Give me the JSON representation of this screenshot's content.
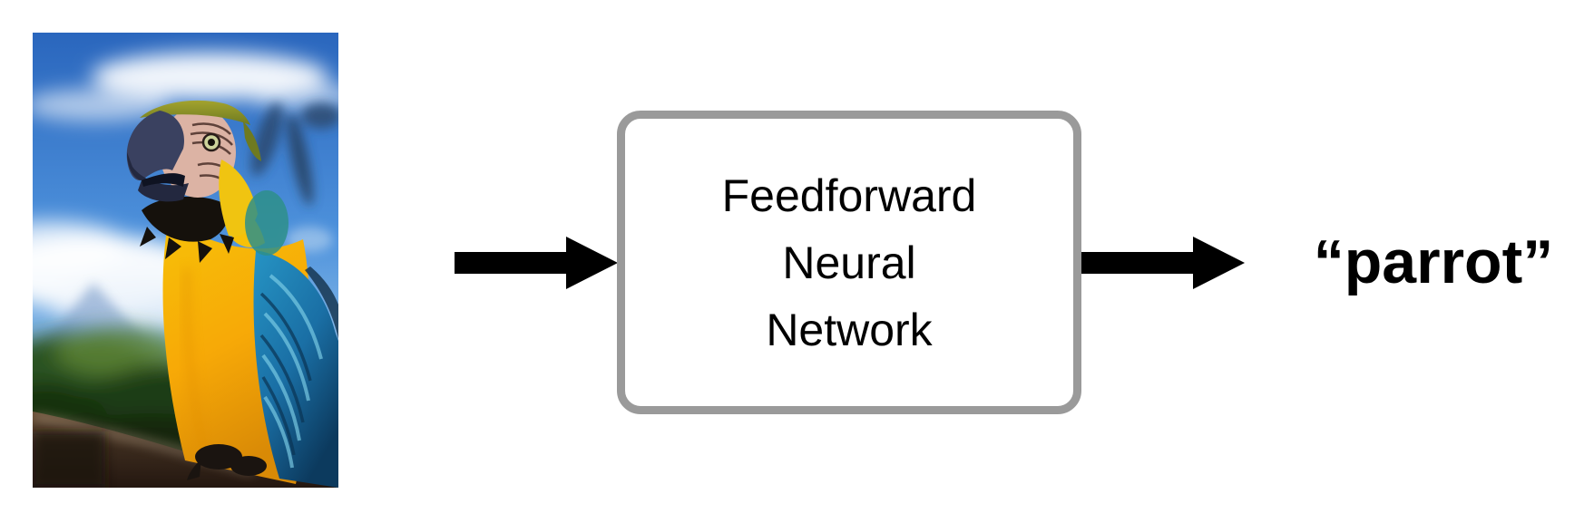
{
  "diagram": {
    "photo": {
      "alt": "Blue-and-yellow macaw parrot perched on a wooden branch against blue sky",
      "palette": {
        "sky_top": "#2a66bd",
        "sky_mid": "#4e92dc",
        "sky_low": "#9cc8ec",
        "cloud_white": "#ffffff",
        "mountain_blue": "#6e93c4",
        "foliage_dark": "#1e3d16",
        "foliage_light": "#5d8437",
        "wood_dark": "#241710",
        "wood_light": "#9c8a74",
        "parrot_yellow": "#f7a907",
        "parrot_wing_blue": "#1a6fa5",
        "face_pink": "#dcb3a4",
        "beak_slate": "#3a4160",
        "crown_olive": "#8d9428",
        "ruff_black": "#15110c"
      }
    },
    "arrows": {
      "color": "#000000",
      "direction": "right"
    },
    "box": {
      "lines": [
        "Feedforward",
        "Neural",
        "Network"
      ],
      "border_color": "#9a9a9a",
      "text_color": "#000000"
    },
    "output": {
      "label": "“parrot”"
    }
  }
}
